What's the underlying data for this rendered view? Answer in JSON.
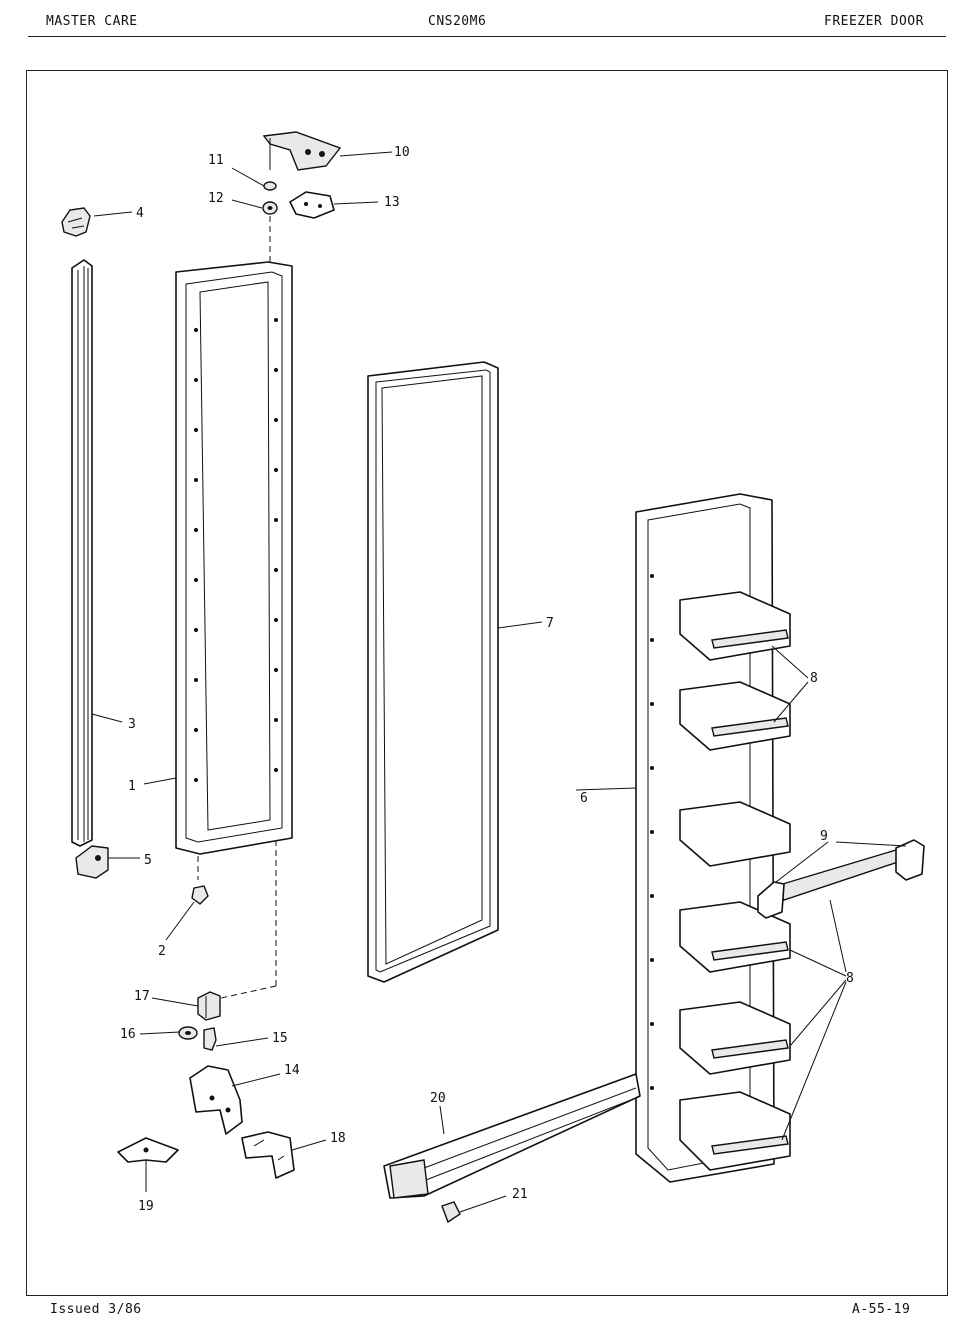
{
  "header": {
    "left": "MASTER CARE",
    "center": "CNS20M6",
    "right": "FREEZER DOOR"
  },
  "footer": {
    "left": "Issued 3/86",
    "right": "A-55-19"
  },
  "callouts": {
    "n1": "1",
    "n2": "2",
    "n3": "3",
    "n4": "4",
    "n5": "5",
    "n6": "6",
    "n7": "7",
    "n8a": "8",
    "n8b": "8",
    "n9": "9",
    "n10": "10",
    "n11": "11",
    "n12": "12",
    "n13": "13",
    "n14": "14",
    "n15": "15",
    "n16": "16",
    "n17": "17",
    "n18": "18",
    "n19": "19",
    "n20": "20",
    "n21": "21"
  }
}
